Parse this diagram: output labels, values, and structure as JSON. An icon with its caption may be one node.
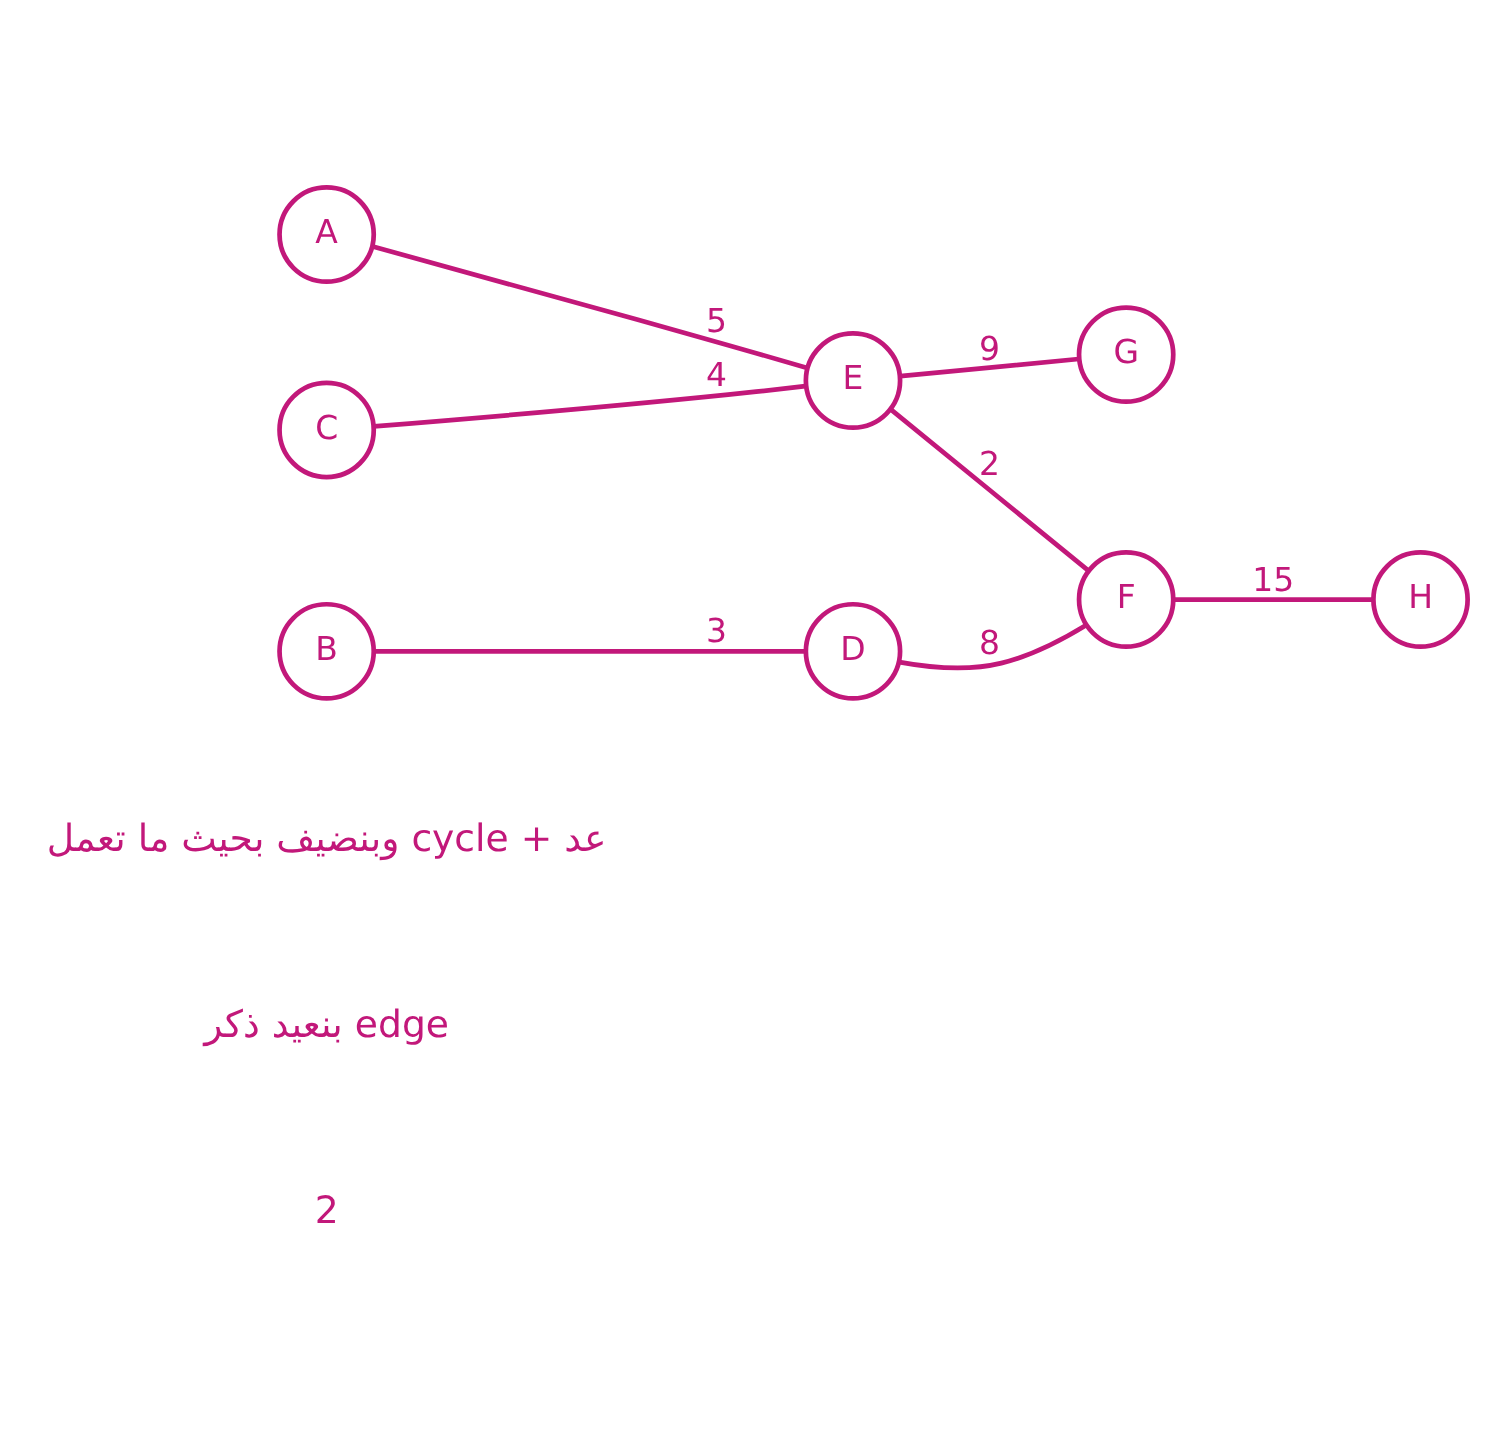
{
  "diagram": {
    "nodes": [
      {
        "text": [
          "C"
        ]
      },
      {
        "text": [
          "A"
        ]
      },
      {
        "text": [
          "E"
        ]
      },
      {
        "text": [
          "G"
        ]
      },
      {
        "text": [
          "B"
        ]
      },
      {
        "text": [
          "F"
        ]
      },
      {
        "text": [
          "H"
        ]
      },
      {
        "text": [
          "D"
        ]
      }
    ],
    "edges": [
      {
        "from": 0,
        "to": 2,
        "arrow": "none",
        "label": "4"
      },
      {
        "from": 1,
        "to": 2,
        "arrow": "none",
        "label": "5"
      },
      {
        "from": 2,
        "to": 3,
        "arrow": "none",
        "label": "9"
      },
      {
        "from": 2,
        "to": 5,
        "arrow": "none",
        "label": "2"
      },
      {
        "from": 5,
        "to": 6,
        "arrow": "none",
        "label": "15"
      },
      {
        "from": 4,
        "to": 7,
        "arrow": "none",
        "label": "3"
      },
      {
        "from": 7,
        "to": 5,
        "arrow": "none",
        "label": "8"
      }
    ],
    "labels": [
      "2",
      "بنعيد ذكر edge",
      "وبنضيف بحيث ما تعمل cycle + عد"
    ]
  }
}
